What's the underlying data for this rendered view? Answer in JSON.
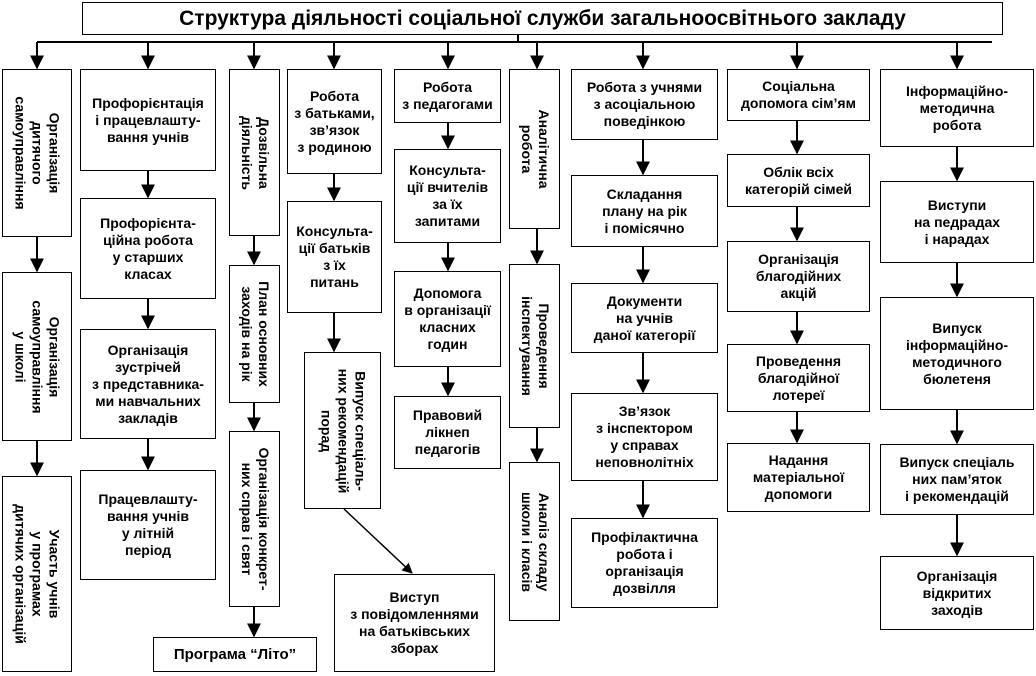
{
  "title": "Структура діяльності соціальної служби загальноосвітнього закладу",
  "columns": [
    {
      "id": "self-government",
      "items": [
        "Організація\nдитячого\nсамоуправління",
        "Організація\nсамоуправління\nу школі",
        "Участь учнів\nу програмах\nдитячих організацій"
      ]
    },
    {
      "id": "career",
      "items": [
        "Профорієнтація\nі працевлашту-\nвання учнів",
        "Профорієнта-\nційна робота\nу старших\nкласах",
        "Організація\nзустрічей\nз представника-\nми навчальних\nзакладів",
        "Працевлашту-\nвання учнів\nу літній\nперіод"
      ]
    },
    {
      "id": "leisure",
      "items": [
        "Дозвільна\nдіяльність",
        "План основних\nзаходів на рік",
        "Організація конкрет-\nних справ і свят",
        "Програма “Літо”"
      ]
    },
    {
      "id": "parents",
      "items": [
        "Робота\nз батьками,\nзв’язок\nз родиною",
        "Консульта-\nції батьків\nз їх\nпитань",
        "Випуск спеціаль-\nних рекомендацій\nпорад",
        "Виступ\nз повідомленнями\nна батьківських\nзборах"
      ]
    },
    {
      "id": "teachers",
      "items": [
        "Робота\nз педагогами",
        "Консульта-\nції вчителів\nза їх\nзапитами",
        "Допомога\nв організації\nкласних\nгодин",
        "Правовий\nлікнеп\nпедагогів"
      ]
    },
    {
      "id": "analytics",
      "items": [
        "Аналітична\nробота",
        "Проведення\nінспектування",
        "Аналіз складу\nшколи і класів"
      ]
    },
    {
      "id": "asocial",
      "items": [
        "Робота з учнями\nз асоціальною\nповедінкою",
        "Складання\nплану на рік\nі помісячно",
        "Документи\nна учнів\nданої категорії",
        "Зв’язок\nз інспектором\nу справах\nнеповнолітніх",
        "Профілактична\nробота і\nорганізація\nдозвілля"
      ]
    },
    {
      "id": "family-aid",
      "items": [
        "Соціальна\nдопомога сім’ям",
        "Облік всіх\nкатегорій сімей",
        "Організація\nблагодійних\nакцій",
        "Проведення\nблагодійної\nлотереї",
        "Надання\nматеріальної\nдопомоги"
      ]
    },
    {
      "id": "info",
      "items": [
        "Інформаційно-\nметодична\nробота",
        "Виступи\nна педрадах\nі нарадах",
        "Випуск\nінформаційно-\nметодичного\nбюлетеня",
        "Випуск спеціаль\nних пам’яток\nі рекомендацій",
        "Організація\nвідкритих\nзаходів"
      ]
    }
  ]
}
